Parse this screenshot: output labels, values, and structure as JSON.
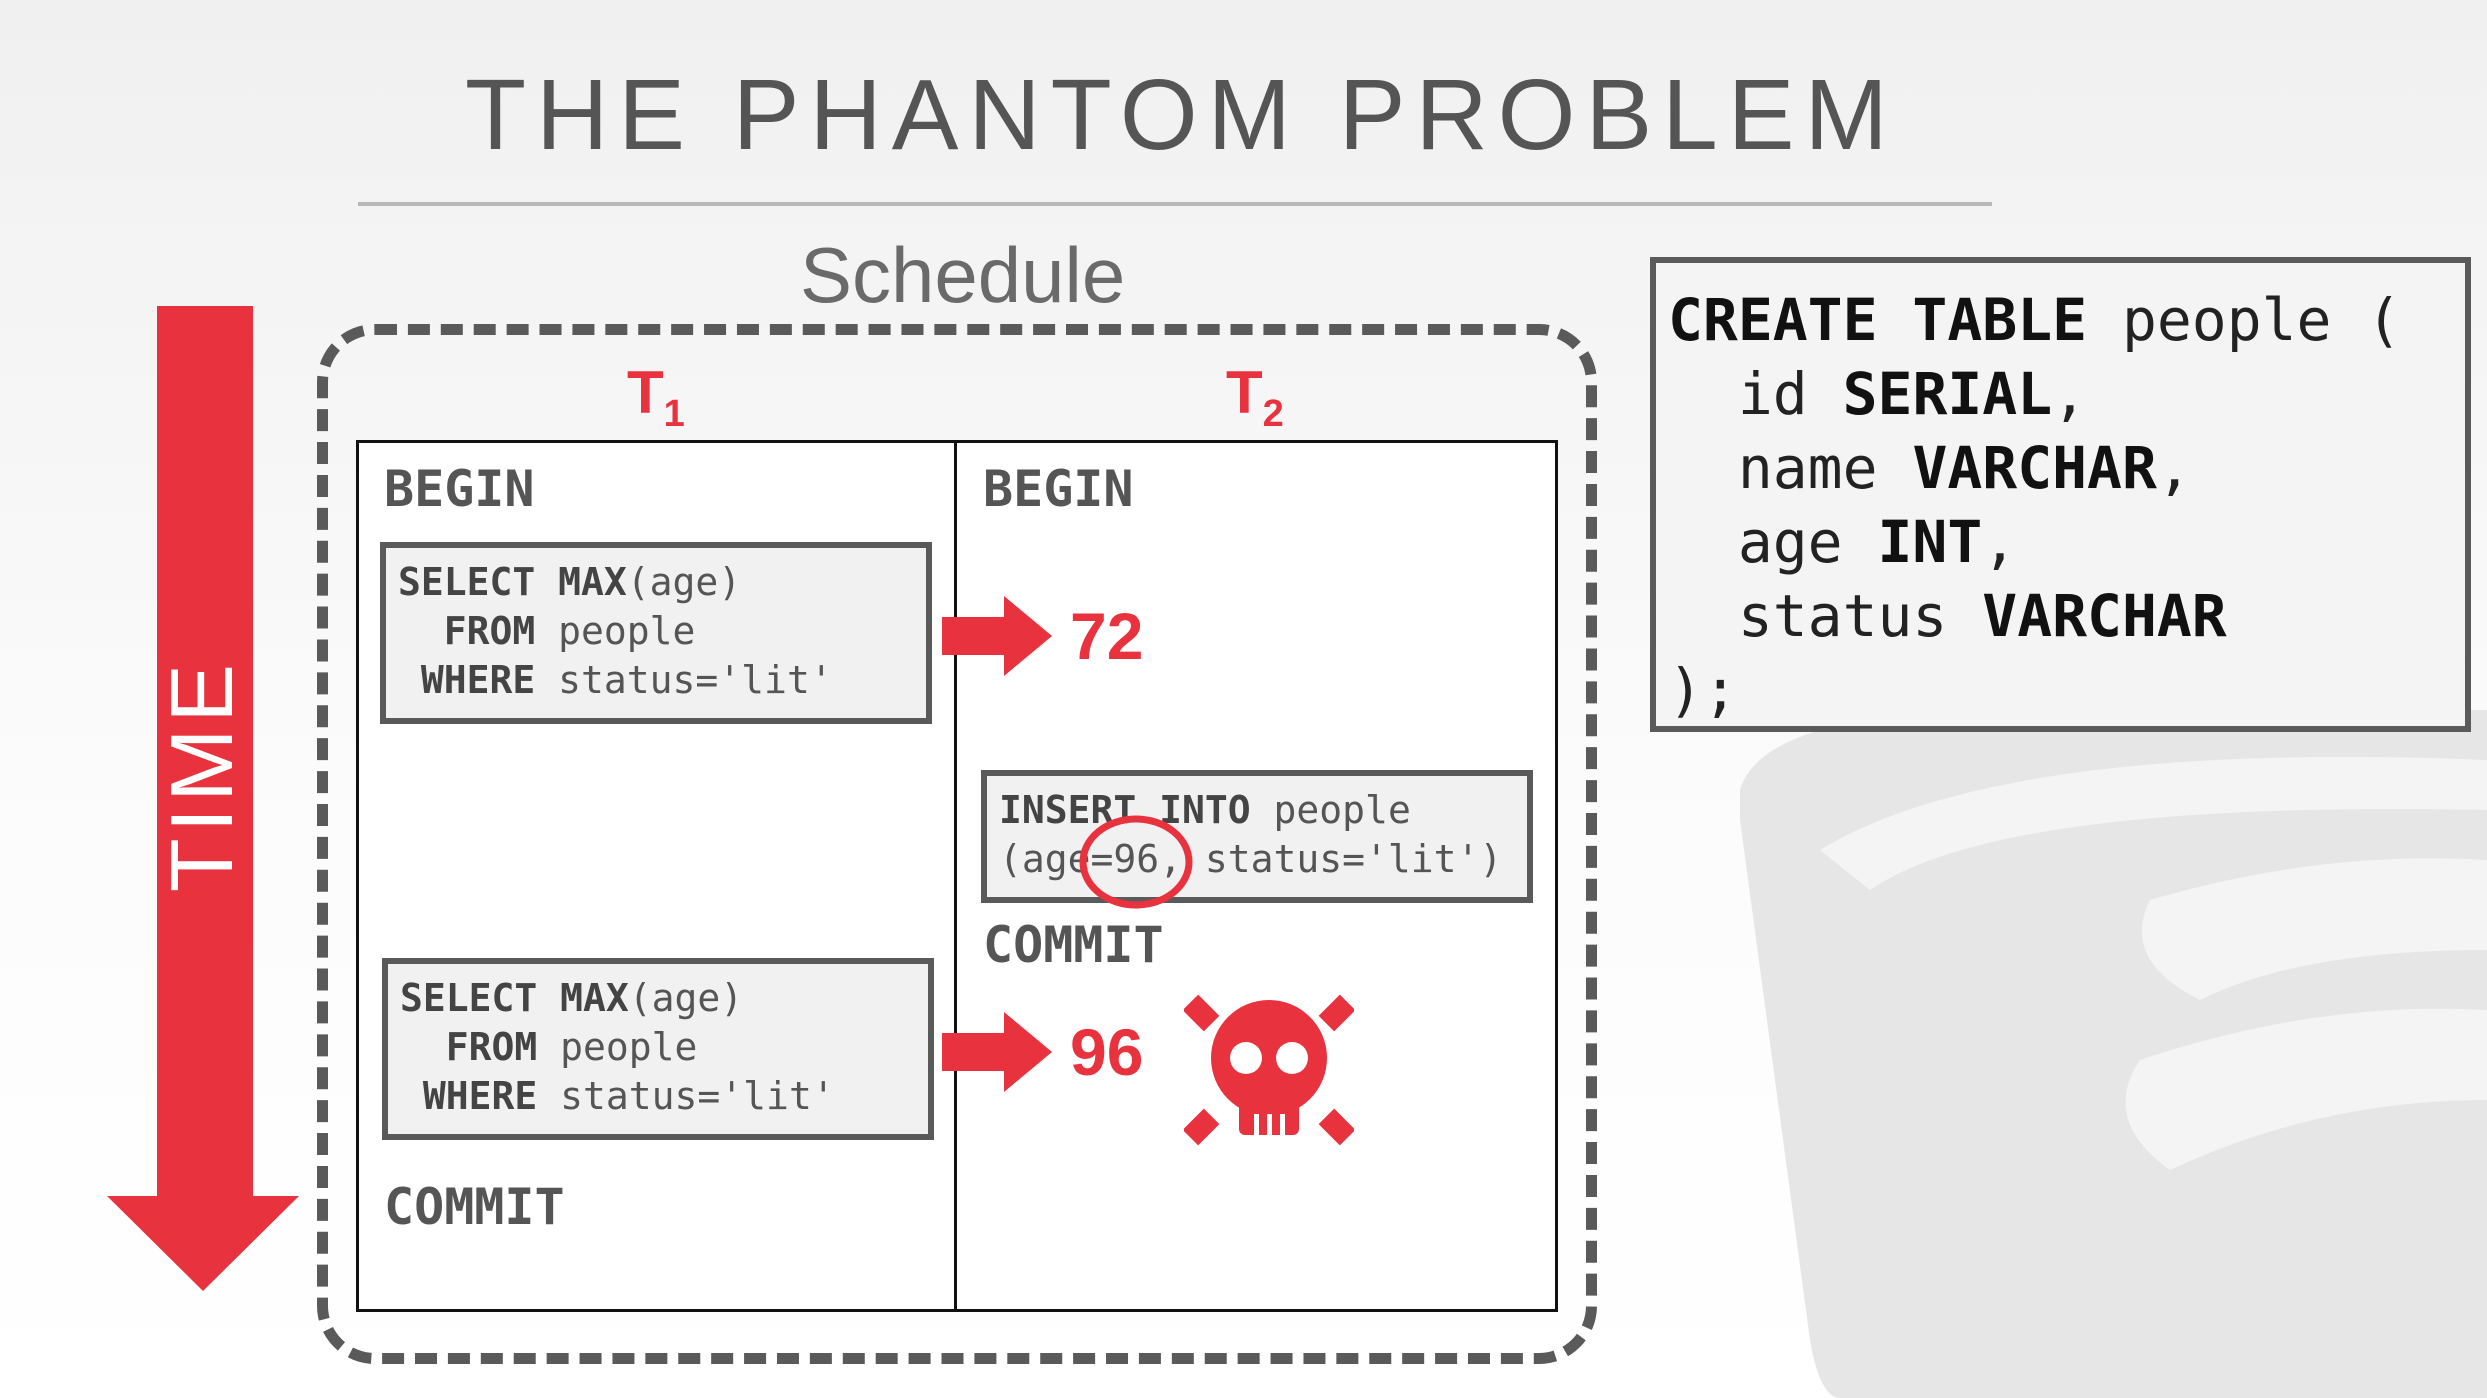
{
  "slide": {
    "title": "THE PHANTOM PROBLEM",
    "schedule_label": "Schedule",
    "time_label": "TIME"
  },
  "transactions": [
    {
      "label": "T",
      "sub": "1"
    },
    {
      "label": "T",
      "sub": "2"
    }
  ],
  "schedule": {
    "t1_begin": "BEGIN",
    "t2_begin": "BEGIN",
    "t1_query1": {
      "line1_kw": "SELECT MAX",
      "line1_rest": "(age)",
      "line2_kw": "  FROM",
      "line2_rest": " people",
      "line3_kw": " WHERE",
      "line3_rest": " status='lit'"
    },
    "t1_query2": {
      "line1_kw": "SELECT MAX",
      "line1_rest": "(age)",
      "line2_kw": "  FROM",
      "line2_rest": " people",
      "line3_kw": " WHERE",
      "line3_rest": " status='lit'"
    },
    "t2_insert": {
      "line1_kw": "INSERT INTO",
      "line1_rest": " people",
      "line2": "(age=96, status='lit')"
    },
    "t2_commit": "COMMIT",
    "t1_commit": "COMMIT",
    "result1": "72",
    "result2": "96"
  },
  "ddl": {
    "line1_kw": "CREATE TABLE",
    "line1_rest": " people (",
    "line2_pre": "  id ",
    "line2_kw": "SERIAL",
    "line2_post": ",",
    "line3_pre": "  name ",
    "line3_kw": "VARCHAR",
    "line3_post": ",",
    "line4_pre": "  age ",
    "line4_kw": "INT",
    "line4_post": ",",
    "line5_pre": "  status ",
    "line5_kw": "VARCHAR",
    "line5_post": "",
    "line6": ");"
  },
  "colors": {
    "accent_red": "#e8333f",
    "frame_gray": "#5a5a5a",
    "text_gray": "#555555"
  },
  "icons": [
    "skull-crossbones-icon",
    "right-arrow-icon",
    "down-arrow-icon",
    "database-watermark-icon"
  ]
}
